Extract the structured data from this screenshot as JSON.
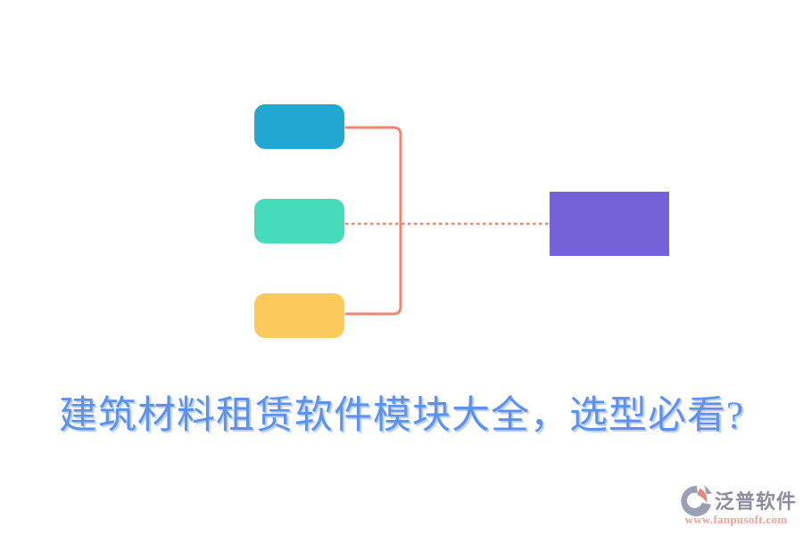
{
  "title": {
    "text": "建筑材料租赁软件模块大全，选型必看?",
    "color": "#5E92EA"
  },
  "diagram": {
    "left_boxes": [
      {
        "position": "top",
        "color": "#21A8D2"
      },
      {
        "position": "middle",
        "color": "#45DBBA"
      },
      {
        "position": "bottom",
        "color": "#FCC95D"
      }
    ],
    "right_box": {
      "color": "#7562D8"
    },
    "connector_color": "#EE8672"
  },
  "logo": {
    "brand": "泛普软件",
    "brand_color": "#8A8D9D",
    "url": "www.fanpusoft.com",
    "url_color": "#F0A296",
    "icon": "fanpu-pie-logo",
    "icon_gray": "#9AA0B2",
    "icon_accent": "#E2897E"
  }
}
